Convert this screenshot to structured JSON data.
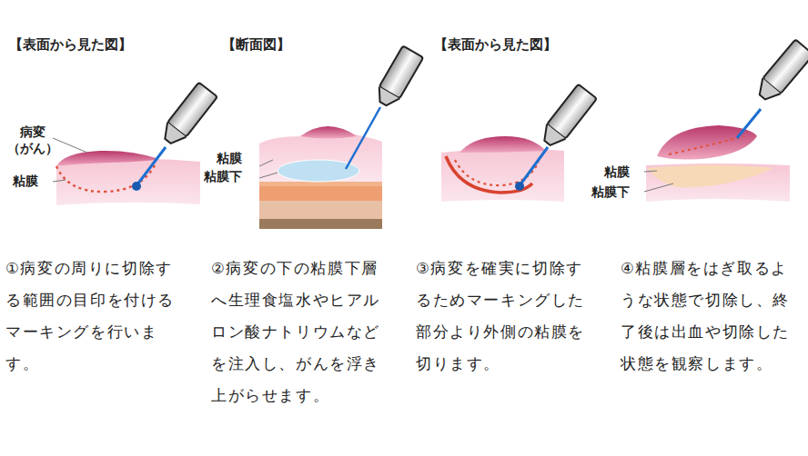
{
  "diagram": {
    "labels": [
      "【表面から見た図】",
      "【断面図】",
      "【表面から見た図】",
      "病変 （がん）",
      "粘膜",
      "粘膜",
      "粘膜下",
      "粘膜",
      "粘膜下",
      "①病変の周りに切除する範囲の目印を付けるマーキングを行います。",
      "②病変の下の粘膜下層へ生理食塩水やヒアルロン酸ナトリウムなどを注入し、がんを浮き上がらせます。",
      "③病変を確実に切除するためマーキングした部分より外側の粘膜を切ります。",
      "④粘膜層をはぎ取るような状態で切除し、終了後は出血や切除した状態を観察します。"
    ]
  }
}
